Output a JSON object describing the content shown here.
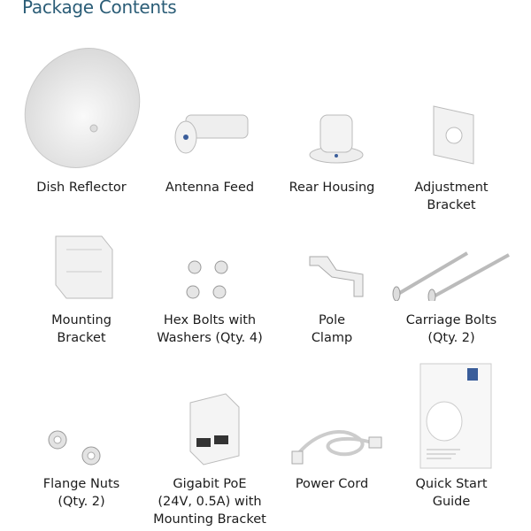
{
  "title": "Package Contents",
  "items": [
    {
      "lines": [
        "Dish Reflector"
      ]
    },
    {
      "lines": [
        "Antenna Feed"
      ]
    },
    {
      "lines": [
        "Rear Housing"
      ]
    },
    {
      "lines": [
        "Adjustment",
        "Bracket"
      ]
    },
    {
      "lines": [
        "Mounting",
        "Bracket"
      ]
    },
    {
      "lines": [
        "Hex Bolts with",
        "Washers (Qty. 4)"
      ]
    },
    {
      "lines": [
        "Pole",
        "Clamp"
      ]
    },
    {
      "lines": [
        "Carriage Bolts",
        "(Qty. 2)"
      ]
    },
    {
      "lines": [
        "Flange Nuts",
        "(Qty. 2)"
      ]
    },
    {
      "lines": [
        "Gigabit PoE",
        "(24V, 0.5A) with",
        "Mounting Bracket"
      ]
    },
    {
      "lines": [
        "Power Cord"
      ]
    },
    {
      "lines": [
        "Quick Start",
        "Guide"
      ]
    }
  ]
}
